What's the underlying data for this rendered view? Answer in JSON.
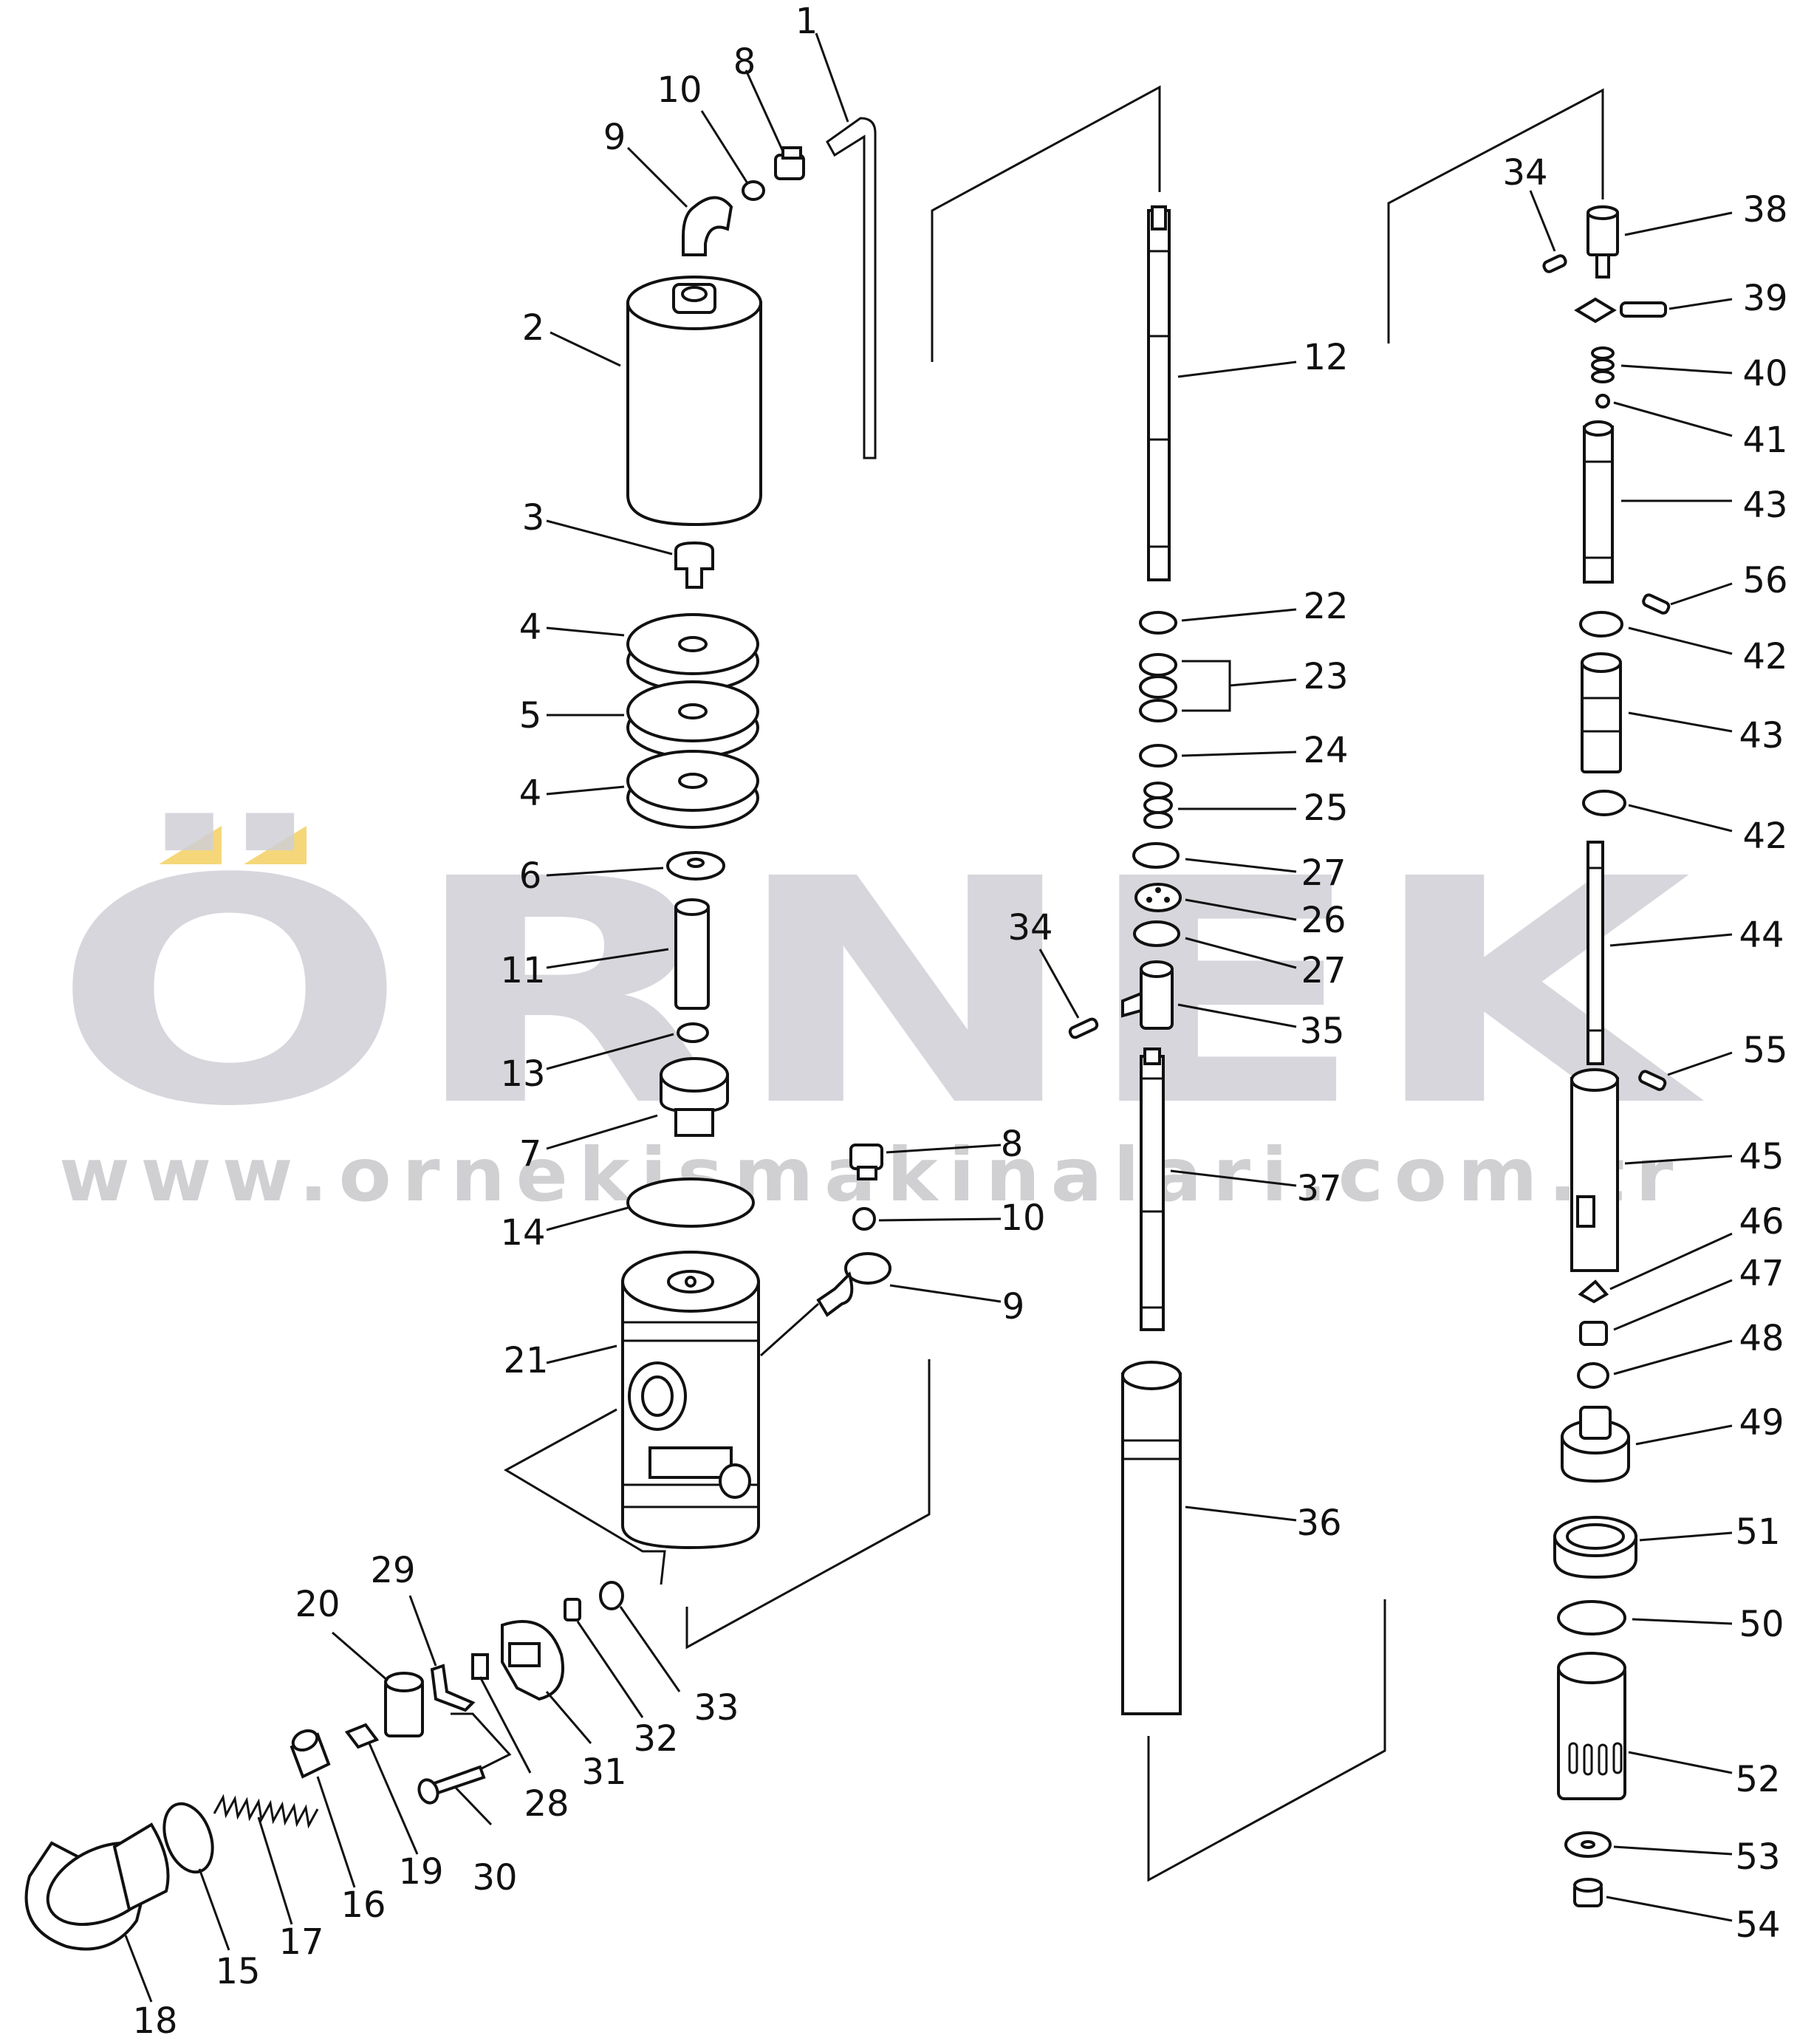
{
  "watermark": {
    "brand": "ÖRNEK",
    "url": "www.ornekismakinalari.com.tr",
    "accent_color": "#f5d77a",
    "text_color": "#cfcfd6"
  },
  "part_labels": [
    "1",
    "2",
    "3",
    "4",
    "5",
    "4",
    "6",
    "11",
    "13",
    "7",
    "14",
    "21",
    "8",
    "10",
    "9",
    "10",
    "8",
    "9",
    "12",
    "22",
    "23",
    "24",
    "25",
    "27",
    "26",
    "27",
    "34",
    "35",
    "37",
    "36",
    "34",
    "38",
    "39",
    "40",
    "41",
    "43",
    "56",
    "42",
    "43",
    "42",
    "44",
    "55",
    "45",
    "46",
    "47",
    "48",
    "49",
    "51",
    "50",
    "52",
    "53",
    "54",
    "20",
    "29",
    "28",
    "31",
    "32",
    "33",
    "30",
    "19",
    "16",
    "17",
    "15",
    "18"
  ]
}
